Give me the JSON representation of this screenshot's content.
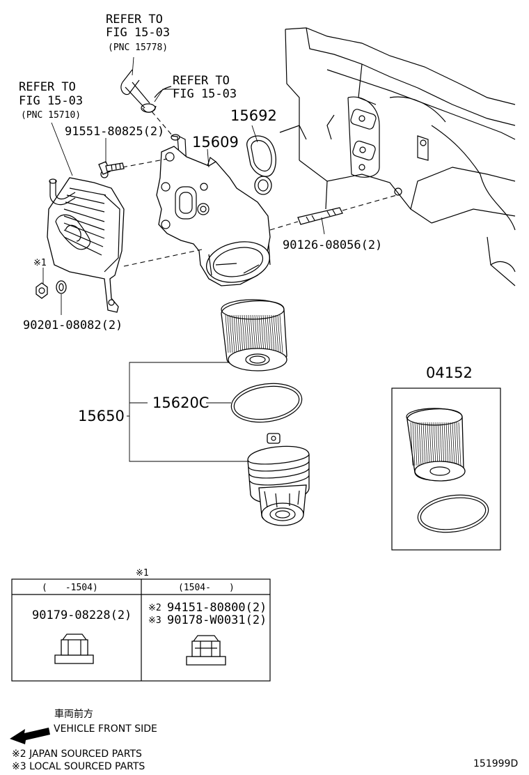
{
  "refer_top": {
    "line1": "REFER TO",
    "line2": "FIG 15-03",
    "line3": "(PNC 15778)"
  },
  "refer_left": {
    "line1": "REFER TO",
    "line2": "FIG 15-03",
    "line3": "(PNC 15710)"
  },
  "refer_mid": {
    "line1": "REFER TO",
    "line2": "FIG 15-03"
  },
  "callouts": {
    "bolt": "91551-80825(2)",
    "housing": "15609",
    "gasket": "15692",
    "stud": "90126-08056(2)",
    "nut_note": "※1",
    "washer": "90201-08082(2)",
    "filter_assy": "15650",
    "oring": "15620C",
    "element_kit": "04152"
  },
  "table": {
    "note_mark": "※1",
    "col1_header": "(　　-1504)",
    "col2_header": "(1504-　　)",
    "col1_part": "90179-08228(2)",
    "col2_mark_a": "※2",
    "col2_part_a": "94151-80800(2)",
    "col2_mark_b": "※3",
    "col2_part_b": "90178-W0031(2)"
  },
  "footer": {
    "jp_label": "車両前方",
    "vehicle_front": "VEHICLE FRONT SIDE",
    "note2": "※2 JAPAN SOURCED PARTS",
    "note3": "※3 LOCAL SOURCED PARTS",
    "fig_id": "151999D"
  }
}
